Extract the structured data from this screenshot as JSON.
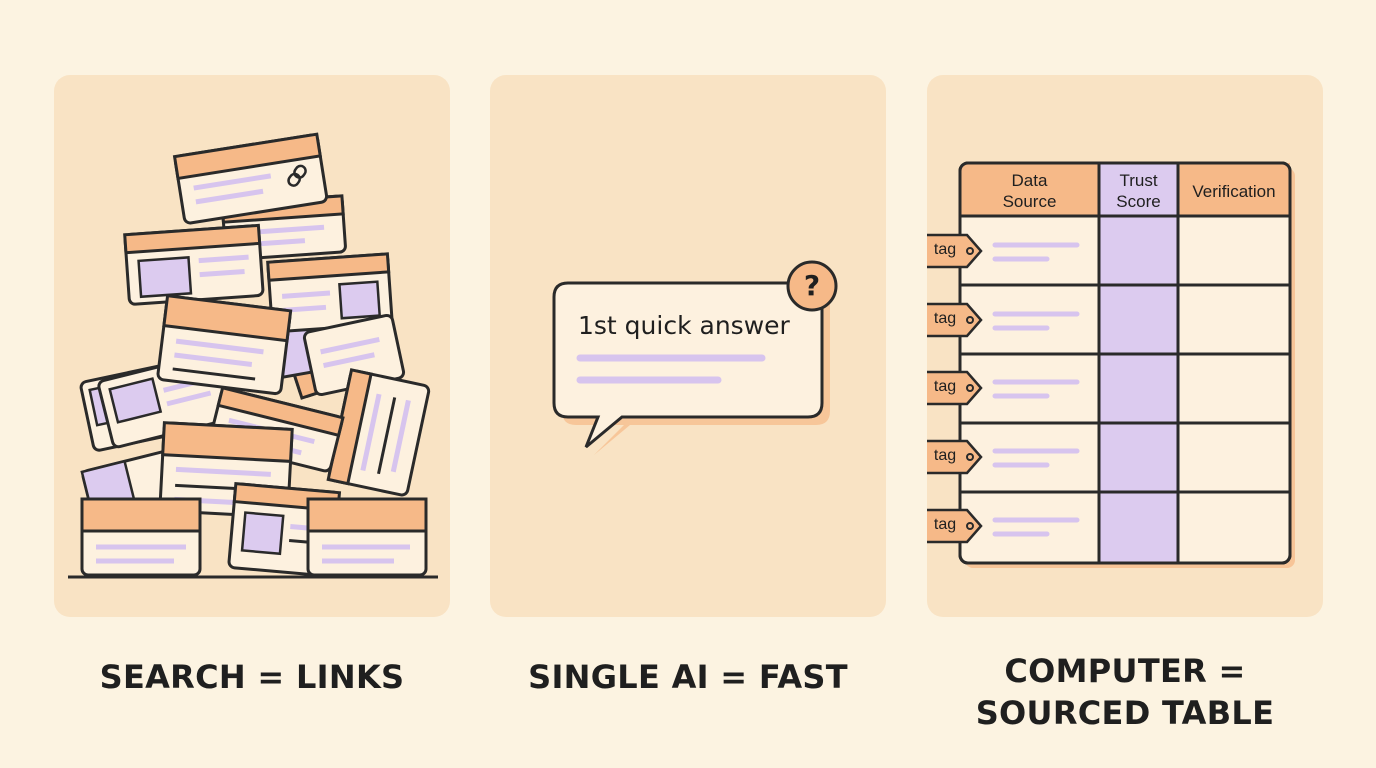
{
  "captions": {
    "search": "SEARCH = LINKS",
    "single_ai": "SINGLE AI = FAST",
    "computer_line1": "COMPUTER =",
    "computer_line2": "SOURCED TABLE"
  },
  "chat_bubble": {
    "text": "1st quick answer",
    "badge": "?"
  },
  "table": {
    "headers": [
      {
        "line1": "Data",
        "line2": "Source"
      },
      {
        "line1": "Trust",
        "line2": "Score"
      },
      {
        "line1": "Verification",
        "line2": ""
      }
    ],
    "row_tags": [
      "tag",
      "tag",
      "tag",
      "tag",
      "tag"
    ]
  },
  "icons": {
    "card_link": "link-icon",
    "bubble_badge": "question-icon",
    "row_marker": "tag-icon"
  },
  "colors": {
    "background": "#fcf3e1",
    "panel": "#f9e3c4",
    "orange": "#f6b988",
    "lavender": "#dccbef",
    "ink": "#2a2a2a"
  }
}
